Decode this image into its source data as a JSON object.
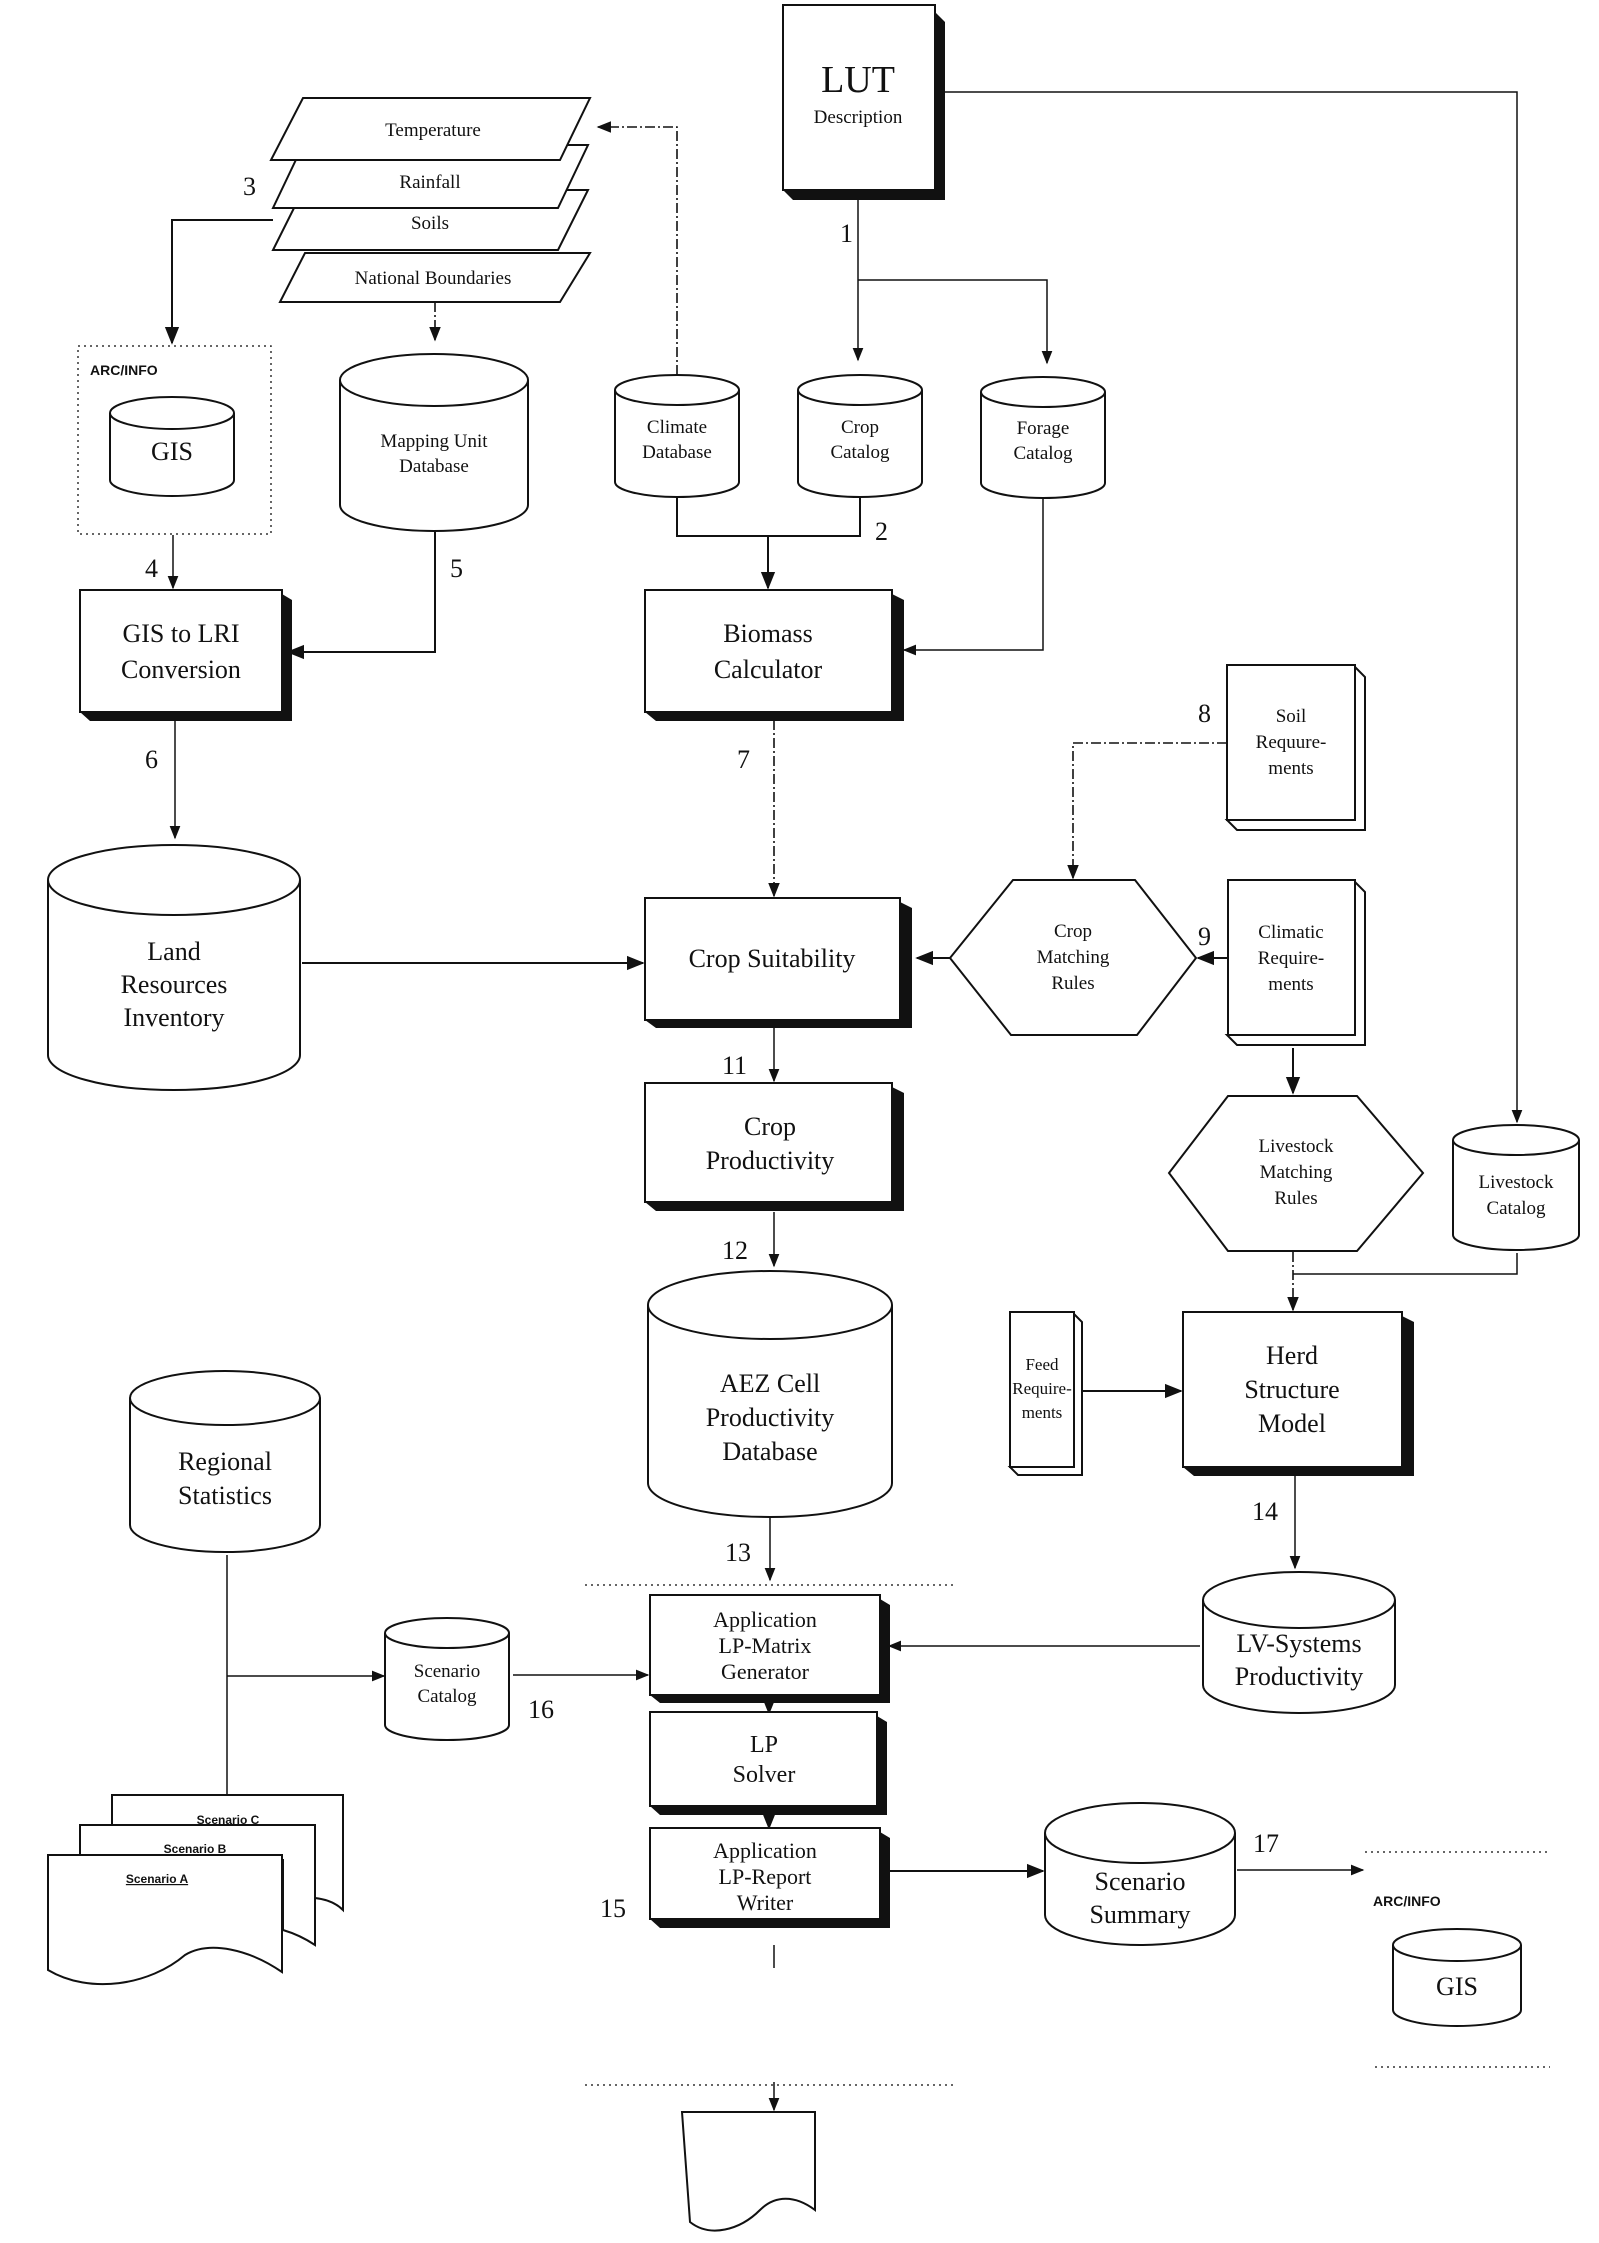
{
  "title": "AEZ land resources appraisal system flow diagram",
  "map_layers": [
    "Temperature",
    "Rainfall",
    "Soils",
    "National Boundaries"
  ],
  "documents": {
    "lut": {
      "title": "LUT",
      "subtitle": "Description"
    },
    "soil_requirements": [
      "Soil",
      "Requure-",
      "ments"
    ],
    "climatic_requirements": [
      "Climatic",
      "Require-",
      "ments"
    ],
    "feed_requirements": [
      "Feed",
      "Require-",
      "ments"
    ]
  },
  "databases": {
    "gis_top": "GIS",
    "arcinfo_top_label": "ARC/INFO",
    "mapping_unit": [
      "Mapping Unit",
      "Database"
    ],
    "climate": [
      "Climate",
      "Database"
    ],
    "crop_catalog": [
      "Crop",
      "Catalog"
    ],
    "forage_catalog": [
      "Forage",
      "Catalog"
    ],
    "land_resources": [
      "Land",
      "Resources",
      "Inventory"
    ],
    "livestock_catalog": [
      "Livestock",
      "Catalog"
    ],
    "aez_cell": [
      "AEZ Cell",
      "Productivity",
      "Database"
    ],
    "regional_statistics": [
      "Regional",
      "Statistics"
    ],
    "scenario_catalog": [
      "Scenario",
      "Catalog"
    ],
    "lv_systems": [
      "LV-Systems",
      "Productivity"
    ],
    "scenario_summary": [
      "Scenario",
      "Summary"
    ],
    "gis_bottom": "GIS",
    "arcinfo_bottom_label": "ARC/INFO"
  },
  "processes": {
    "gis_to_lri": [
      "GIS to LRI",
      "Conversion"
    ],
    "biomass": [
      "Biomass",
      "Calculator"
    ],
    "crop_suitability": [
      "Crop Suitability"
    ],
    "crop_productivity": [
      "Crop",
      "Productivity"
    ],
    "herd_structure": [
      "Herd",
      "Structure",
      "Model"
    ],
    "lp_matrix": [
      "Application",
      "LP-Matrix",
      "Generator"
    ],
    "lp_solver": [
      "LP",
      "Solver"
    ],
    "lp_report": [
      "Application",
      "LP-Report",
      "Writer"
    ]
  },
  "rules": {
    "crop_matching": [
      "Crop",
      "Matching",
      "Rules"
    ],
    "livestock_matching": [
      "Livestock",
      "Matching",
      "Rules"
    ]
  },
  "scenario_reports": [
    "Scenario C",
    "Scenario B",
    "Scenario A"
  ],
  "step_numbers": [
    "1",
    "2",
    "3",
    "4",
    "5",
    "6",
    "7",
    "8",
    "9",
    "11",
    "12",
    "13",
    "14",
    "15",
    "16",
    "17"
  ]
}
